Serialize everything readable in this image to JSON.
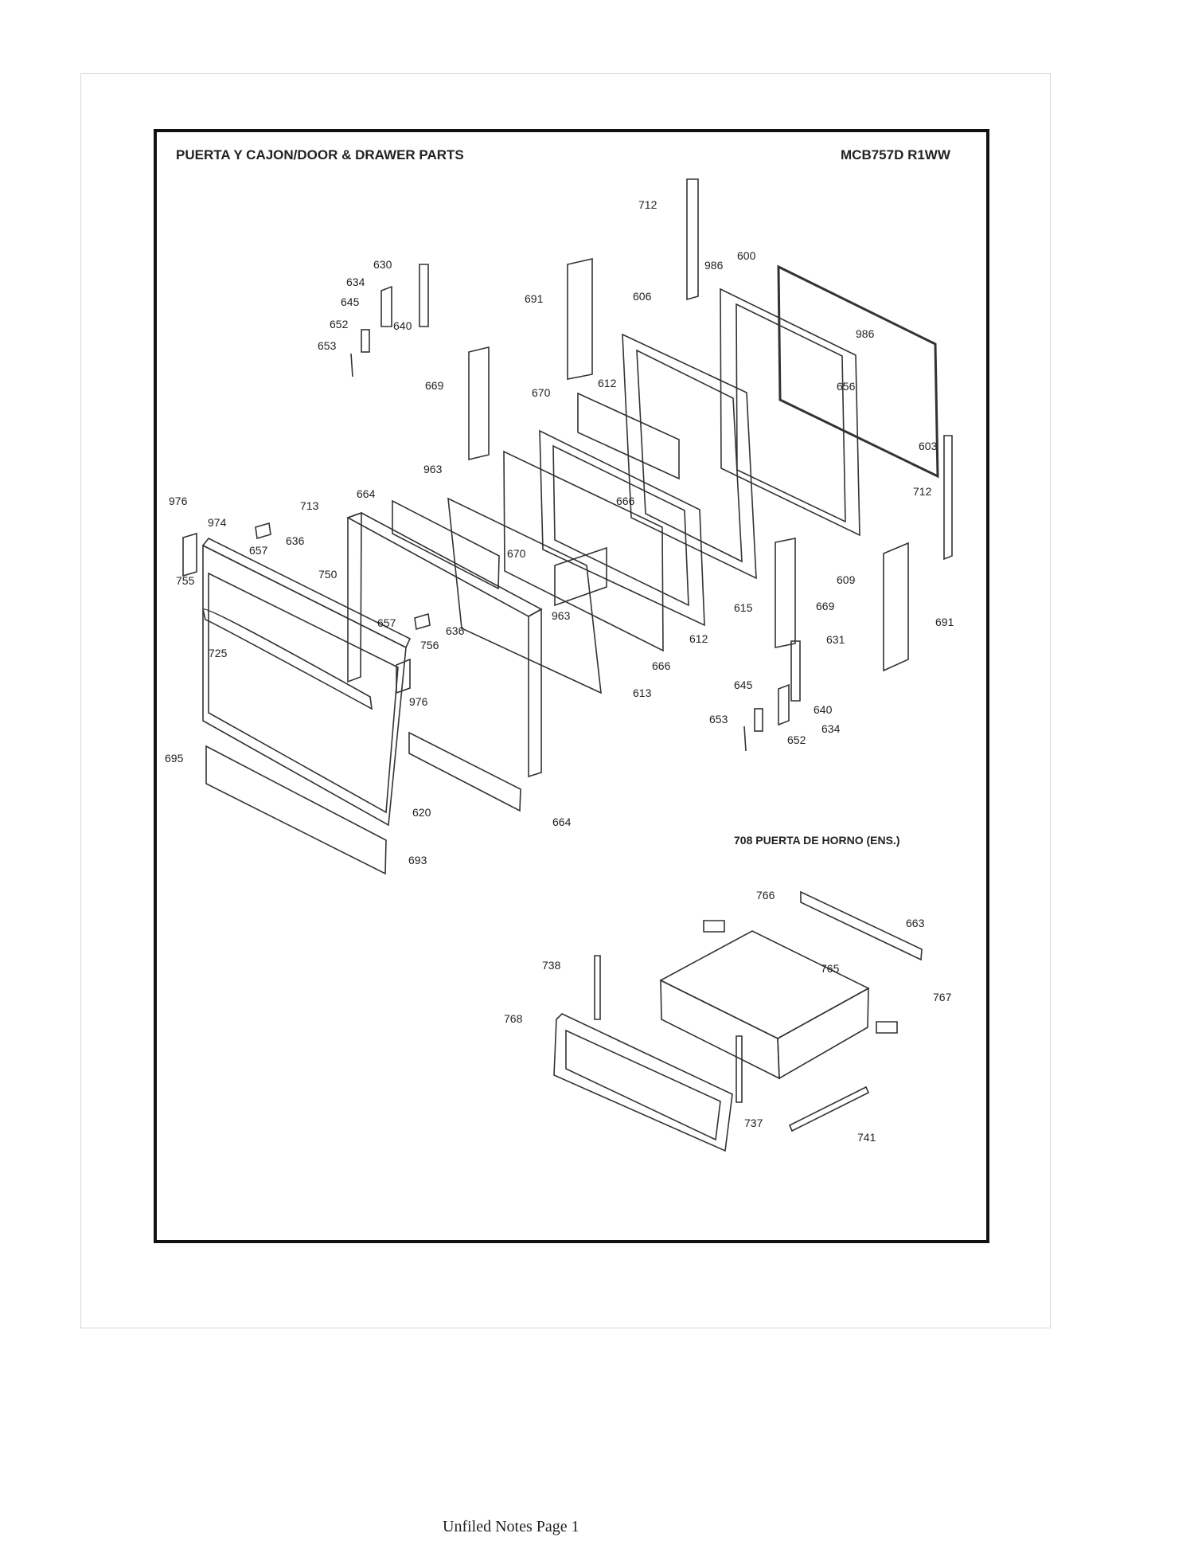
{
  "diagram": {
    "title_left": "PUERTA Y CAJON/DOOR & DRAWER PARTS",
    "title_right": "MCB757D R1WW",
    "assembly_label": "708 PUERTA DE HORNO (ENS.)",
    "part_labels": [
      "712",
      "986",
      "600",
      "630",
      "634",
      "645",
      "652",
      "640",
      "653",
      "691",
      "606",
      "986",
      "669",
      "612",
      "670",
      "656",
      "603",
      "963",
      "666",
      "712",
      "976",
      "974",
      "657",
      "636",
      "713",
      "664",
      "755",
      "750",
      "670",
      "615",
      "669",
      "609",
      "963",
      "657",
      "636",
      "756",
      "725",
      "612",
      "666",
      "691",
      "631",
      "976",
      "613",
      "645",
      "640",
      "653",
      "634",
      "652",
      "695",
      "620",
      "664",
      "693",
      "766",
      "663",
      "765",
      "738",
      "767",
      "768",
      "737",
      "741"
    ]
  },
  "footer": {
    "text": "Unfiled Notes Page 1"
  }
}
